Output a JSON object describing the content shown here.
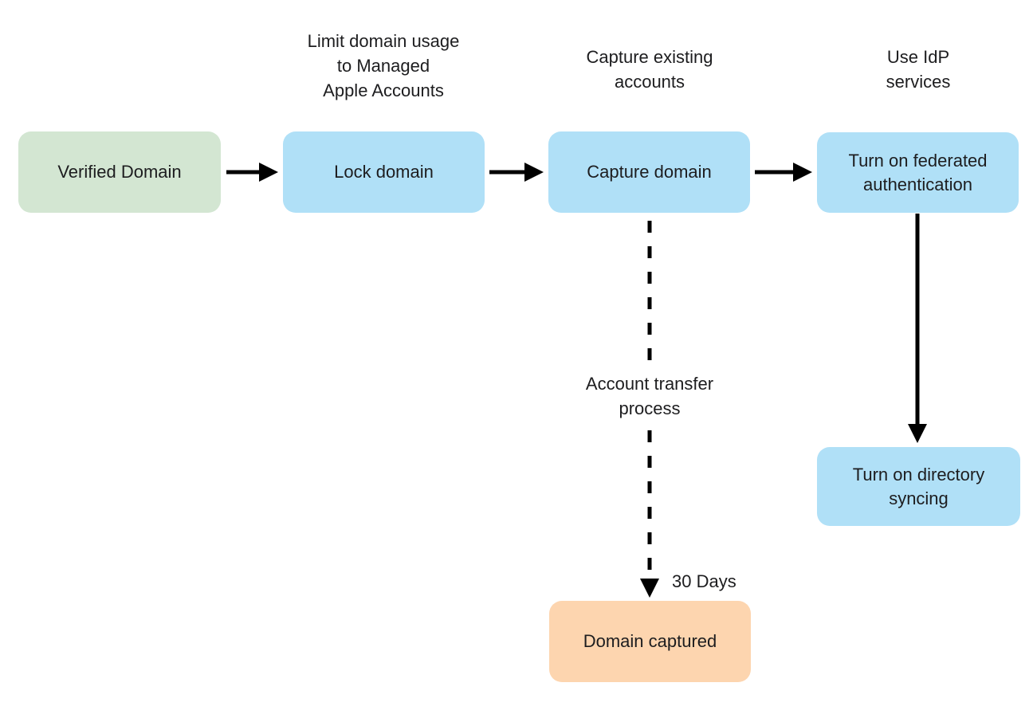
{
  "diagram": {
    "title_semantic": "Federated authentication domain capture flow",
    "nodes": {
      "verified_domain": {
        "label": "Verified Domain"
      },
      "lock_domain": {
        "label": "Lock domain"
      },
      "capture_domain": {
        "label": "Capture domain"
      },
      "federated_auth": {
        "label": "Turn on federated\nauthentication"
      },
      "directory_syncing": {
        "label": "Turn on directory\nsyncing"
      },
      "domain_captured": {
        "label": "Domain captured"
      }
    },
    "annotations": {
      "lock_domain_note": "Limit domain usage\nto Managed\nApple Accounts",
      "capture_domain_note": "Capture existing\naccounts",
      "idp_note": "Use IdP\nservices",
      "transfer_note": "Account transfer\nprocess",
      "duration_note": "30 Days"
    }
  },
  "colors": {
    "node_green": "#d3e6d2",
    "node_blue": "#b0e0f7",
    "node_orange": "#fdd5af",
    "text": "#1d1d1f",
    "arrow": "#000000",
    "background": "#ffffff"
  }
}
